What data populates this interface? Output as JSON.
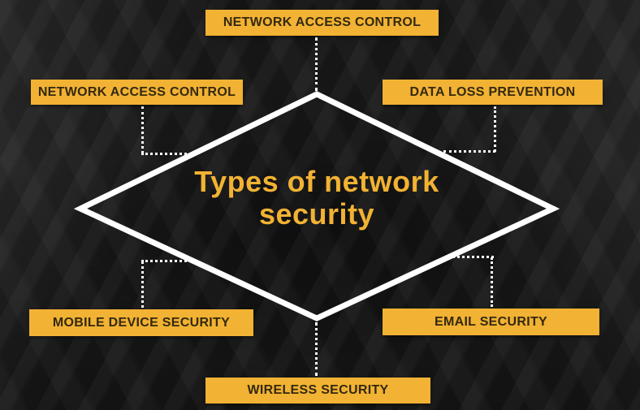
{
  "title": {
    "line1": "Types of network",
    "line2": "security"
  },
  "labels": {
    "top": "NETWORK ACCESS CONTROL",
    "upper_left": "NETWORK ACCESS CONTROL",
    "upper_right": "DATA LOSS PREVENTION",
    "lower_left": "MOBILE DEVICE SECURITY",
    "lower_right": "EMAIL SECURITY",
    "bottom": "WIRELESS SECURITY"
  },
  "colors": {
    "accent_gold": "#F2B233",
    "label_text": "#33290F",
    "background": "#1D1D1D",
    "diamond_stroke": "#FFFFFF",
    "connector_dots": "#FFFFFF",
    "title_text": "#F2B233"
  }
}
